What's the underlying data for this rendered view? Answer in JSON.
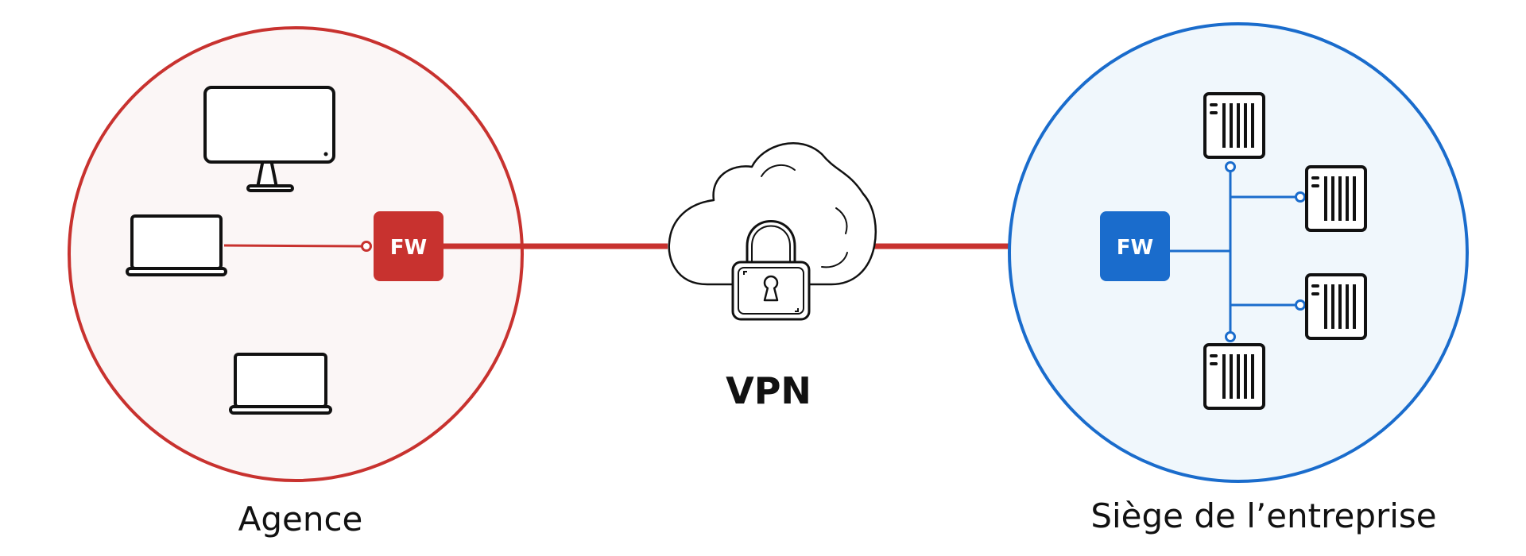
{
  "branch": {
    "label": "Agence",
    "firewall_label": "FW",
    "color": "#c8322f",
    "fill": "#fbf6f6",
    "devices": [
      "monitor-icon",
      "laptop-icon",
      "laptop-icon"
    ]
  },
  "tunnel": {
    "label": "VPN",
    "icons": [
      "cloud-icon",
      "padlock-icon"
    ],
    "line_color": "#c8322f"
  },
  "headquarters": {
    "label": "Siège de l’entreprise",
    "firewall_label": "FW",
    "color": "#1a6ccc",
    "fill": "#f0f7fc",
    "devices": [
      "server-icon",
      "server-icon",
      "server-icon",
      "server-icon"
    ]
  }
}
